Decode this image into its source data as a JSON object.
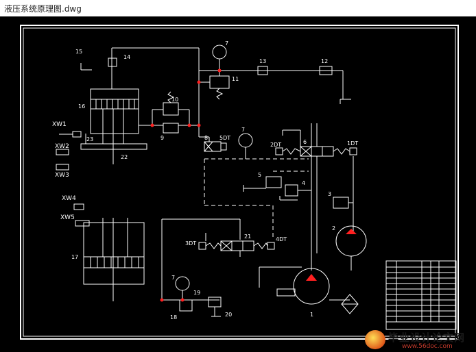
{
  "window": {
    "title": "液压系统原理图.dwg"
  },
  "colors": {
    "background": "#000000",
    "line": "#ffffff",
    "accent": "#ff2020",
    "border": "#ffffff"
  },
  "labels": {
    "c15": "15",
    "c14": "14",
    "c7a": "7",
    "c13": "13",
    "c12": "12",
    "c11": "11",
    "c16": "16",
    "c10": "10",
    "c9": "9",
    "c8": "8",
    "c5dt": "5DT",
    "c7b": "7",
    "c2dt": "2DT",
    "c6": "6",
    "c1dt": "1DT",
    "c22": "22",
    "c23": "23",
    "c5": "5",
    "c4": "4",
    "c3": "3",
    "c2": "2",
    "c21": "21",
    "c3dt": "3DT",
    "c4dt": "4DT",
    "c17": "17",
    "c7c": "7",
    "c19": "19",
    "c18": "18",
    "c20": "20",
    "c1": "1",
    "xw1": "XW1",
    "xw2": "XW2",
    "xw3": "XW3",
    "xw4": "XW4",
    "xw5": "XW5"
  },
  "watermark": {
    "site_name": "毕业设计论文网",
    "url": "www.56doc.com",
    "logo_icon": "flame-logo-icon"
  }
}
